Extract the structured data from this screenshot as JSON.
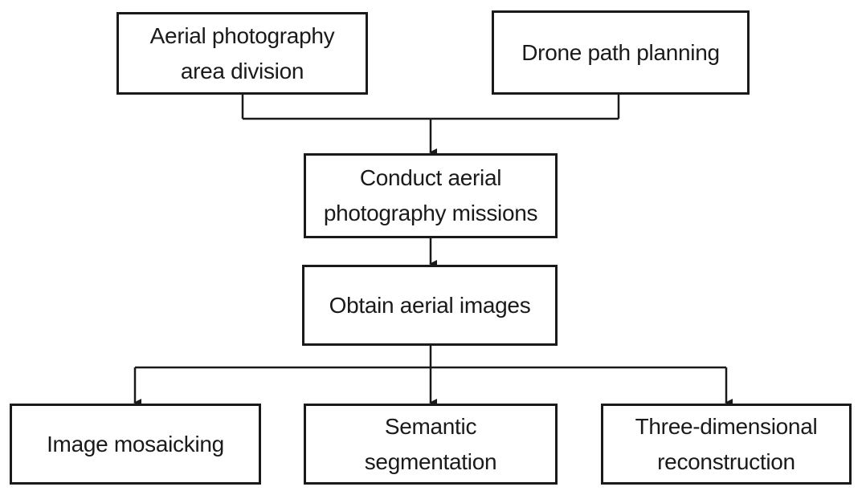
{
  "nodes": {
    "area_division": {
      "label": "Aerial photography\narea division"
    },
    "path_planning": {
      "label": "Drone path planning"
    },
    "conduct_missions": {
      "label": "Conduct aerial\nphotography missions"
    },
    "obtain_images": {
      "label": "Obtain aerial images"
    },
    "image_mosaicking": {
      "label": "Image mosaicking"
    },
    "semantic_segmentation": {
      "label": "Semantic\nsegmentation"
    },
    "reconstruction": {
      "label": "Three-dimensional\nreconstruction"
    }
  },
  "colors": {
    "stroke": "#1a1a1a",
    "background": "#ffffff"
  }
}
